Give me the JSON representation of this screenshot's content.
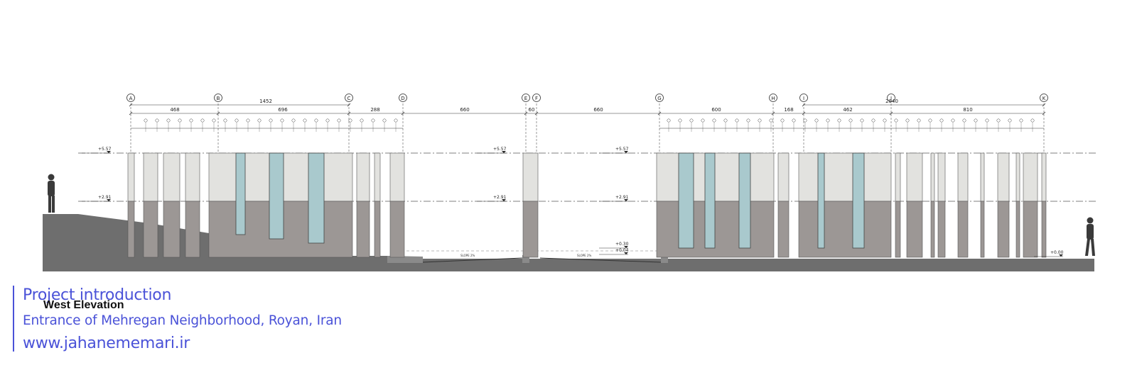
{
  "drawing": {
    "view_title": "West Elevation",
    "grid_labels": [
      "A",
      "B",
      "C",
      "D",
      "E",
      "F",
      "G",
      "H",
      "I",
      "J",
      "K"
    ],
    "dimensions_top": [
      "1452",
      "2040"
    ],
    "dimensions_mid": [
      "468",
      "696",
      "288",
      "660",
      "60",
      "660",
      "600",
      "168",
      "462",
      "810"
    ],
    "levels": [
      "+5.57",
      "+2.91",
      "+5.57",
      "+2.91",
      "+5.57",
      "+2.91",
      "+0.30",
      "+0.04",
      "+0.00"
    ],
    "slope_labels": [
      "SLOPE 2%",
      "SLOPE 2%"
    ],
    "colors": {
      "upper_wall": "#e2e2df",
      "lower_wall": "#9c9795",
      "glass": "#a9c9cd",
      "ground": "#6e6e6e",
      "ink": "#333333"
    }
  },
  "caption": {
    "intro": "Project introduction",
    "subtitle": "Entrance of Mehregan Neighborhood, Royan, Iran",
    "website": "www.jahanememari.ir",
    "accent_color": "#4a52d8"
  }
}
